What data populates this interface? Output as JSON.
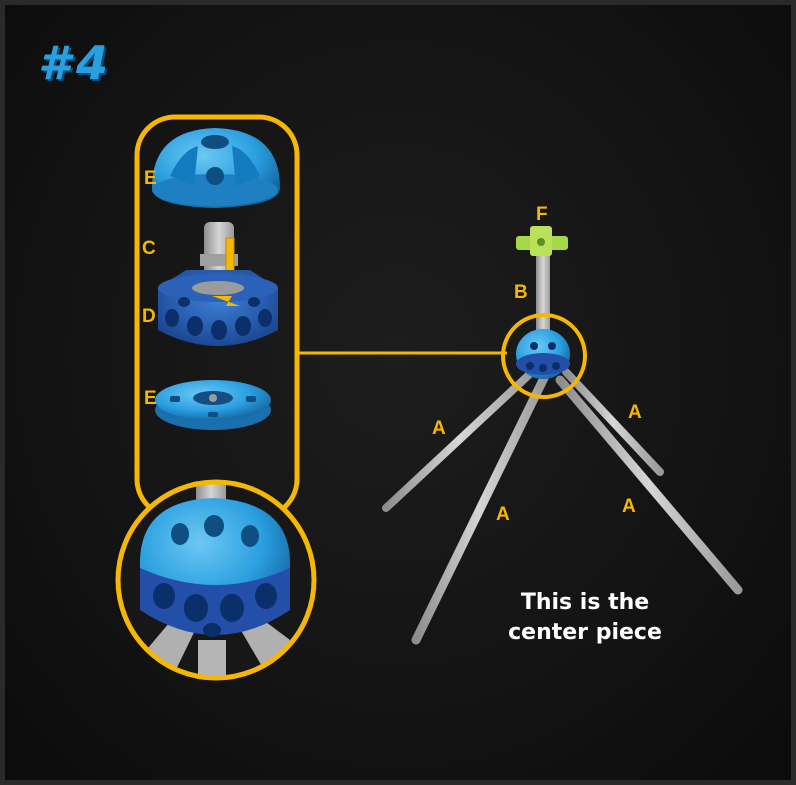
{
  "step_title": "#4",
  "labels": {
    "E_top": "E",
    "C": "C",
    "D": "D",
    "E_bottom": "E",
    "F": "F",
    "B": "B",
    "A1": "A",
    "A2": "A",
    "A3": "A",
    "A4": "A"
  },
  "caption_line1": "This is the",
  "caption_line2": "center piece",
  "colors": {
    "accent_yellow": "#f6b700",
    "part_blue": "#2a9fe0",
    "connector_green": "#a6d84a",
    "rod_gray": "#b9b9b9",
    "background": "#141414"
  }
}
